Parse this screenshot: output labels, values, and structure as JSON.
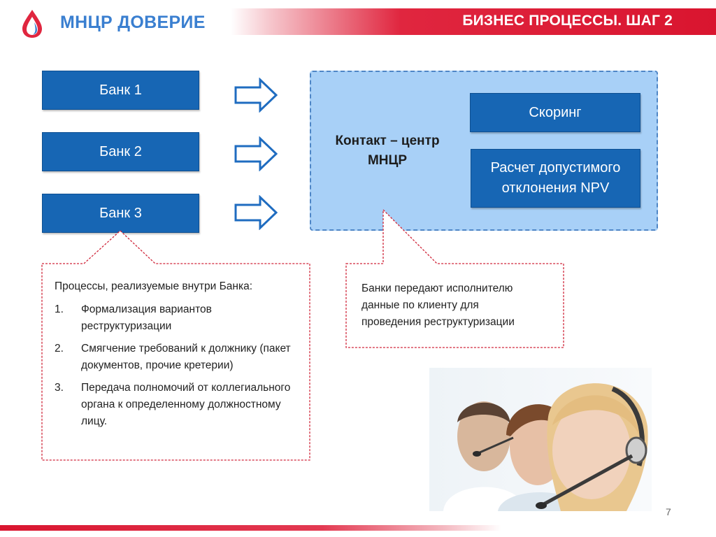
{
  "header": {
    "brand": "МНЦР ДОВЕРИЕ",
    "title": "БИЗНЕС ПРОЦЕССЫ. ШАГ 2",
    "accent_color": "#d9152f",
    "brand_color": "#3a7fd0"
  },
  "banks": [
    {
      "label": "Банк 1"
    },
    {
      "label": "Банк 2"
    },
    {
      "label": "Банк 3"
    }
  ],
  "contact_center": {
    "title_line1": "Контакт – центр",
    "title_line2": "МНЦР",
    "features": [
      {
        "label": "Скоринг"
      },
      {
        "label_line1": "Расчет допустимого",
        "label_line2": "отклонения NPV"
      }
    ],
    "box_color": "#1766b4",
    "panel_color": "#a8d0f7"
  },
  "left_callout": {
    "lead": "Процессы, реализуемые внутри Банка:",
    "items": [
      {
        "num": "1.",
        "text": "Формализация  вариантов реструктуризации"
      },
      {
        "num": "2.",
        "text": "Смягчение требований к должнику (пакет документов, прочие кретерии)"
      },
      {
        "num": "3.",
        "text": "Передача полномочий от коллегиального органа к определенному должностному лицу."
      }
    ]
  },
  "right_callout": {
    "line1": "Банки передают исполнителю",
    "line2": "данные по клиенту для",
    "line3": "проведения реструктуризации"
  },
  "photo": {
    "icon": "call-center-operators-photo"
  },
  "page_number": "7"
}
